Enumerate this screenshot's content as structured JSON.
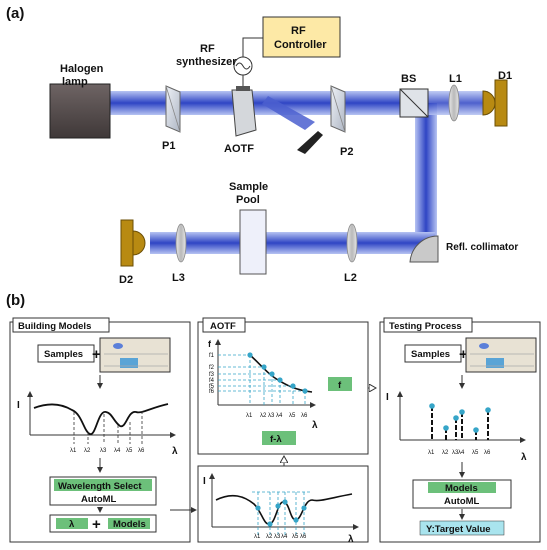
{
  "panel_a": {
    "label": "(a)",
    "halogen_lamp": "Halogen\nlamp",
    "rf_synthesizer": "RF\nsynthesizer",
    "rf_controller": "RF\nController",
    "p1": "P1",
    "aotf": "AOTF",
    "p2": "P2",
    "bs": "BS",
    "l1": "L1",
    "d1": "D1",
    "sample_pool": "Sample\nPool",
    "d2": "D2",
    "l3": "L3",
    "l2": "L2",
    "refl_collimator": "Refl. collimator"
  },
  "panel_b": {
    "label": "(b)",
    "building_models": {
      "title": "Building Models",
      "samples": "Samples",
      "plus": "+",
      "axis_i": "I",
      "axis_lambda": "λ",
      "ticks": [
        "λ1",
        "λ2",
        "λ3",
        "λ4",
        "λ5",
        "λ6"
      ],
      "wavelength_select": "Wavelength Select",
      "automl": "AutoML",
      "lambda_box": "λ",
      "models_box": "Models"
    },
    "aotf": {
      "title": "AOTF",
      "axis_f": "f",
      "axis_lambda": "λ",
      "f_ticks": [
        "f1",
        "f2",
        "f3",
        "f4",
        "f5",
        "f6"
      ],
      "ticks": [
        "λ1",
        "λ2",
        "λ3",
        "λ4",
        "λ5",
        "λ6"
      ],
      "f_box": "f",
      "f_lambda_box": "f-λ"
    },
    "middle_plot": {
      "axis_i": "I",
      "axis_lambda": "λ",
      "ticks": [
        "λ1",
        "λ2",
        "λ3",
        "λ4",
        "λ5",
        "λ6"
      ]
    },
    "testing_process": {
      "title": "Testing Process",
      "samples": "Samples",
      "plus": "+",
      "axis_i": "I",
      "axis_lambda": "λ",
      "ticks": [
        "λ1",
        "λ2",
        "λ3",
        "λ4",
        "λ5",
        "λ6"
      ],
      "models": "Models",
      "automl": "AutoML",
      "target": "Y:Target Value"
    }
  },
  "colors": {
    "beam": "#3a4fc4",
    "rf_controller_fill": "#fde9a6",
    "green_box": "#6cc07a",
    "cyan_box": "#a9e4ee",
    "detector": "#b88a12",
    "dot": "#36a5c8"
  }
}
